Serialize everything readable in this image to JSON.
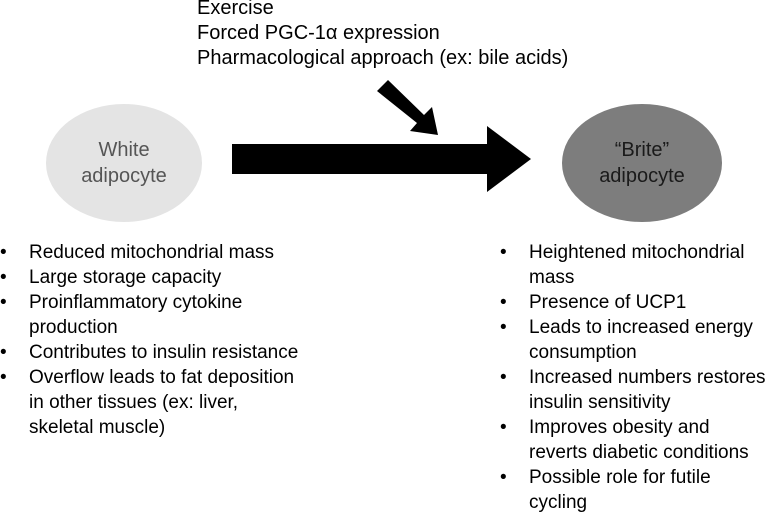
{
  "interventions": [
    "Exercise",
    "Forced PGC-1α expression",
    "Pharmacological approach (ex: bile acids)"
  ],
  "white_cell": {
    "label": "White\nadipocyte",
    "fill": "#e4e4e4",
    "text_color": "#555555",
    "properties": [
      "Reduced mitochondrial mass",
      "Large storage capacity",
      "Proinflammatory cytokine production",
      "Contributes to insulin resistance",
      "Overflow leads to fat deposition in other tissues (ex: liver, skeletal muscle)"
    ]
  },
  "brite_cell": {
    "label": "“Brite”\nadipocyte",
    "fill": "#7d7d7d",
    "text_color": "#1a1a1a",
    "properties": [
      "Heightened mitochondrial mass",
      "Presence of UCP1",
      "Leads to increased energy consumption",
      "Increased numbers restores insulin sensitivity",
      "Improves obesity and reverts diabetic conditions",
      "Possible role for futile cycling"
    ]
  },
  "colors": {
    "arrow": "#000000",
    "background": "#ffffff"
  }
}
